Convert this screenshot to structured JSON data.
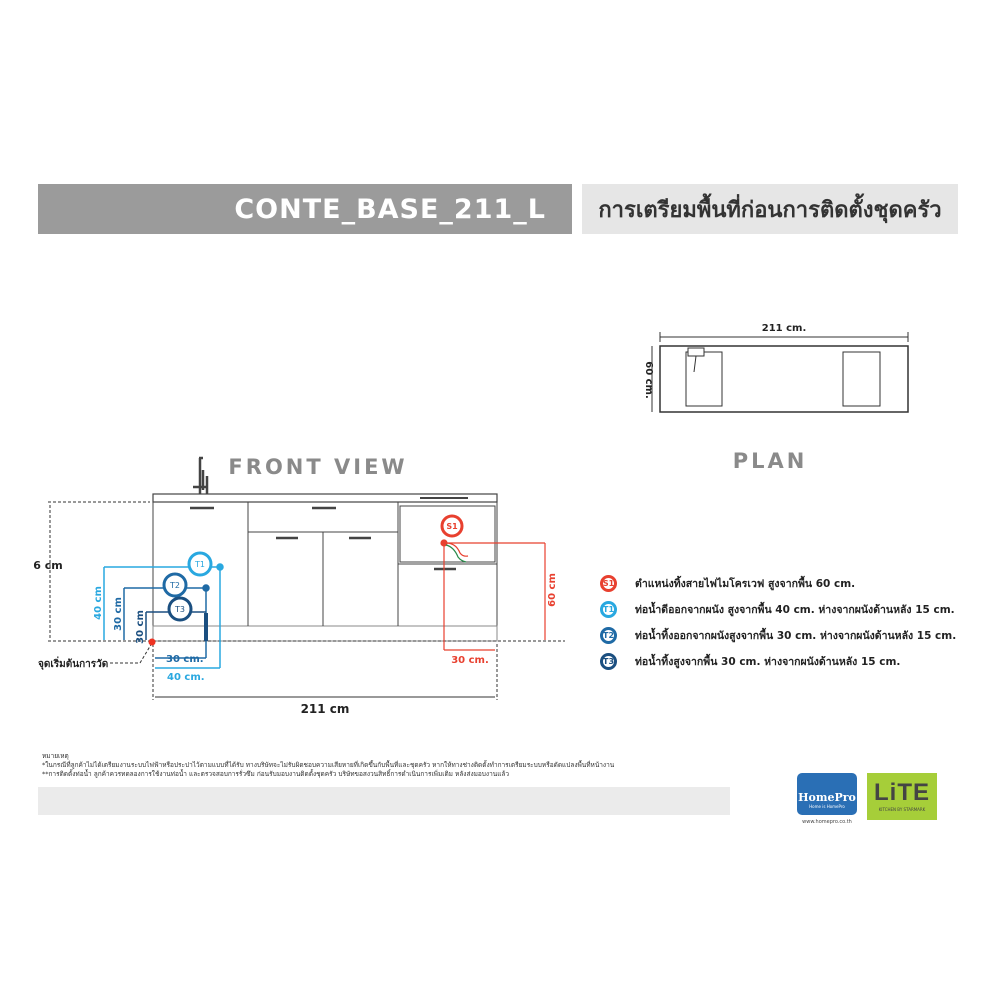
{
  "header": {
    "model": "CONTE_BASE_211_L",
    "title": "การเตรียมพื้นที่ก่อนการติดตั้งชุดครัว"
  },
  "plan": {
    "label": "PLAN",
    "width": "211 cm.",
    "depth": "60 cm."
  },
  "front": {
    "label": "FRONT VIEW",
    "height": "6 cm",
    "width": "211 cm",
    "start_point": "จุดเริ่มต้นการวัด",
    "t1_height": "40 cm",
    "t2_height": "30 cm",
    "t3_height": "30 cm",
    "dist_30": "30 cm.",
    "dist_40": "40 cm.",
    "s1_height": "60 cm",
    "s1_dist": "30 cm."
  },
  "legend": [
    {
      "code": "S1",
      "color": "#e8402f",
      "text": "ตำแหน่งทิ้งสายไฟไมโครเวฟ สูงจากพื้น 60 cm."
    },
    {
      "code": "T1",
      "color": "#29a8e0",
      "text": "ท่อน้ำดีออกจากผนัง สูงจากพื้น 40 cm. ห่างจากผนังด้านหลัง 15 cm."
    },
    {
      "code": "T2",
      "color": "#1f6aa5",
      "text": "ท่อน้ำทิ้งออกจากผนังสูงจากพื้น 30 cm. ห่างจากผนังด้านหลัง 15 cm."
    },
    {
      "code": "T3",
      "color": "#1b4f80",
      "text": "ท่อน้ำทิ้งสูงจากพื้น 30 cm. ห่างจากผนังด้านหลัง 15 cm."
    }
  ],
  "notes": {
    "heading": "หมายเหตุ",
    "line1": "*ในกรณีที่ลูกค้าไม่ได้เตรียมงานระบบไฟฟ้าหรือประปาไว้ตามแบบที่ได้รับ ทางบริษัทจะไม่รับผิดชอบความเสียหายที่เกิดขึ้นกับพื้นที่และชุดครัว หากให้ทางช่างติดตั้งทำการเตรียมระบบหรือดัดแปลงพื้นที่หน้างาน",
    "line2": "**การติดตั้งท่อน้ำ ลูกค้าควรทดลองการใช้งานท่อน้ำ และตรวจสอบการรั่วซึม ก่อนรับมอบงานติดตั้งชุดครัว บริษัทขอสงวนสิทธิ์การดำเนินการเพิ่มเติม หลังส่งมอบงานแล้ว"
  },
  "logos": {
    "homepro": "HomePro",
    "homepro_tag": "Home is HomePro",
    "homepro_url": "www.homepro.co.th",
    "lite": "LiTE",
    "lite_tag": "KITCHEN BY STARMARK"
  }
}
